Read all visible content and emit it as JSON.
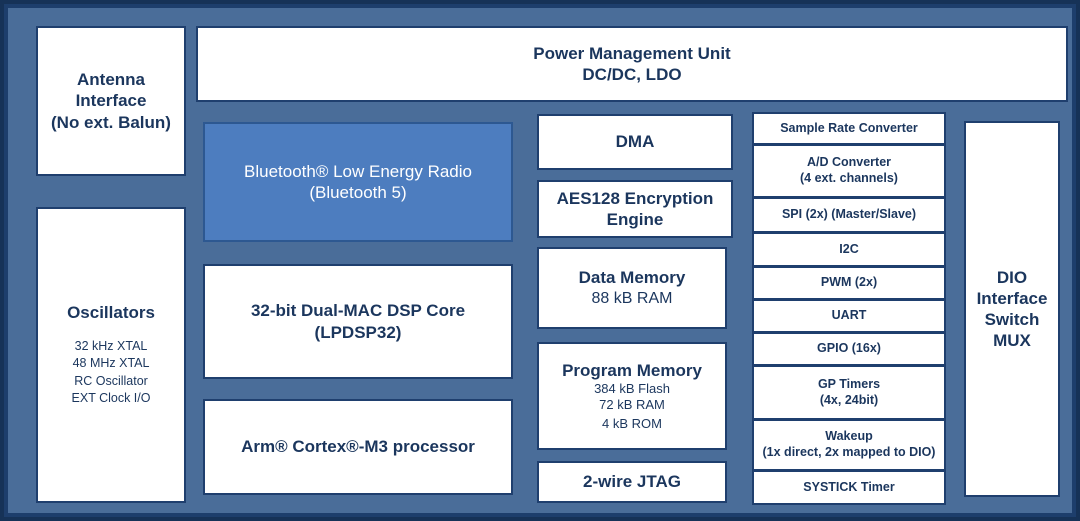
{
  "blocks": {
    "antenna": [
      "Antenna",
      "Interface",
      "(No ext. Balun)"
    ],
    "pmu": [
      "Power Management Unit",
      "DC/DC, LDO"
    ],
    "oscillators": {
      "title": "Oscillators",
      "items": [
        "32 kHz XTAL",
        "48 MHz XTAL",
        "RC Oscillator",
        "EXT Clock I/O"
      ]
    },
    "ble_radio": [
      "Bluetooth® Low Energy Radio",
      "(Bluetooth 5)"
    ],
    "dsp_core": [
      "32-bit Dual-MAC DSP Core",
      "(LPDSP32)"
    ],
    "arm": "Arm® Cortex®-M3 processor",
    "dma": "DMA",
    "aes": [
      "AES128 Encryption",
      "Engine"
    ],
    "data_memory": [
      "Data Memory",
      "88 kB RAM"
    ],
    "program_memory": [
      "Program Memory",
      "384 kB Flash",
      "72 kB RAM",
      "4 kB ROM"
    ],
    "jtag": "2-wire JTAG",
    "dio_mux": [
      "DIO",
      "Interface",
      "Switch",
      "MUX"
    ]
  },
  "peripherals": [
    [
      "Sample Rate Converter"
    ],
    [
      "A/D Converter",
      "(4 ext. channels)"
    ],
    [
      "SPI (2x) (Master/Slave)"
    ],
    [
      "I2C"
    ],
    [
      "PWM (2x)"
    ],
    [
      "UART"
    ],
    [
      "GPIO (16x)"
    ],
    [
      "GP Timers",
      "(4x, 24bit)"
    ],
    [
      "Wakeup",
      "(1x direct, 2x mapped to DIO)"
    ],
    [
      "SYSTICK Timer"
    ]
  ],
  "colors": {
    "background": "#1d3e6c",
    "block_fill": "#ffffff",
    "block_text": "#1b365d",
    "radio_fill": "#4d7dbf"
  }
}
